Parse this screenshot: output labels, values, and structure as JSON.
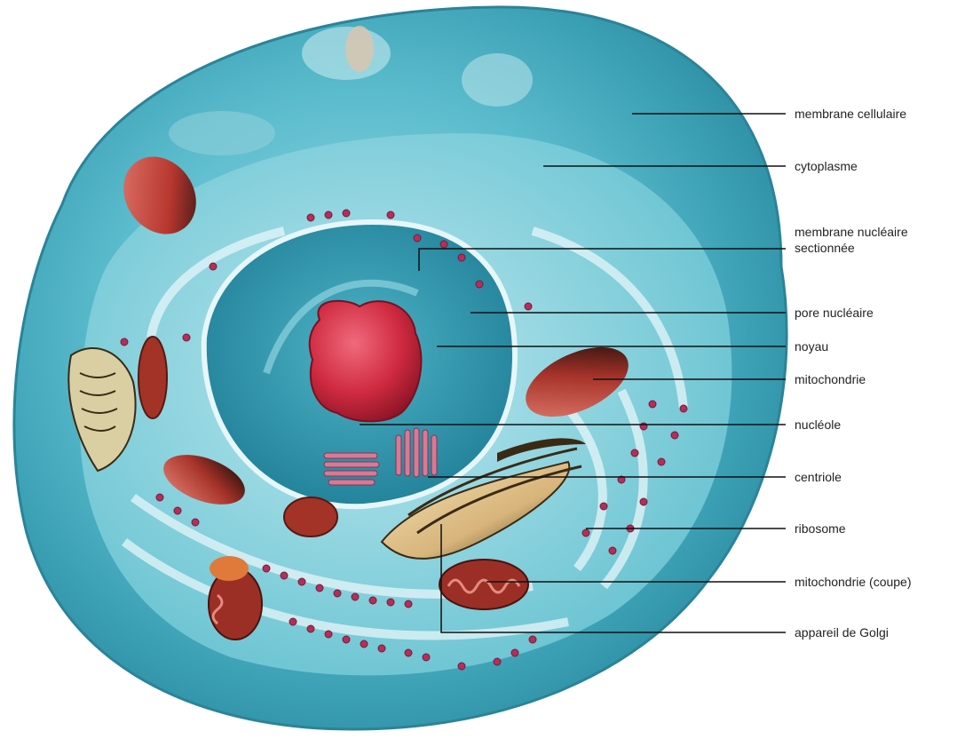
{
  "diagram": {
    "labels": [
      {
        "id": "membrane-cellulaire",
        "text": "membrane cellulaire"
      },
      {
        "id": "cytoplasme",
        "text": "cytoplasme"
      },
      {
        "id": "membrane-nucleaire",
        "text": "membrane nucléaire",
        "text2": "sectionnée"
      },
      {
        "id": "pore-nucleaire",
        "text": "pore nucléaire"
      },
      {
        "id": "noyau",
        "text": "noyau"
      },
      {
        "id": "mitochondrie",
        "text": "mitochondrie"
      },
      {
        "id": "nucleole",
        "text": "nucléole"
      },
      {
        "id": "centriole",
        "text": "centriole"
      },
      {
        "id": "ribosome",
        "text": "ribosome"
      },
      {
        "id": "mitochondrie-coupe",
        "text": "mitochondrie (coupe)"
      },
      {
        "id": "appareil-golgi",
        "text": "appareil de Golgi"
      }
    ]
  },
  "colors": {
    "cell_outer": "#3fa8bc",
    "cell_mid": "#6cc6d4",
    "cell_light": "#a8dde6",
    "nucleus": "#2f97ad",
    "nucleolus": "#c8283c",
    "mitochondria": "#b8403a",
    "golgi": "#e8cfa0",
    "ribosome": "#b0305a",
    "leader_line": "#111111"
  }
}
